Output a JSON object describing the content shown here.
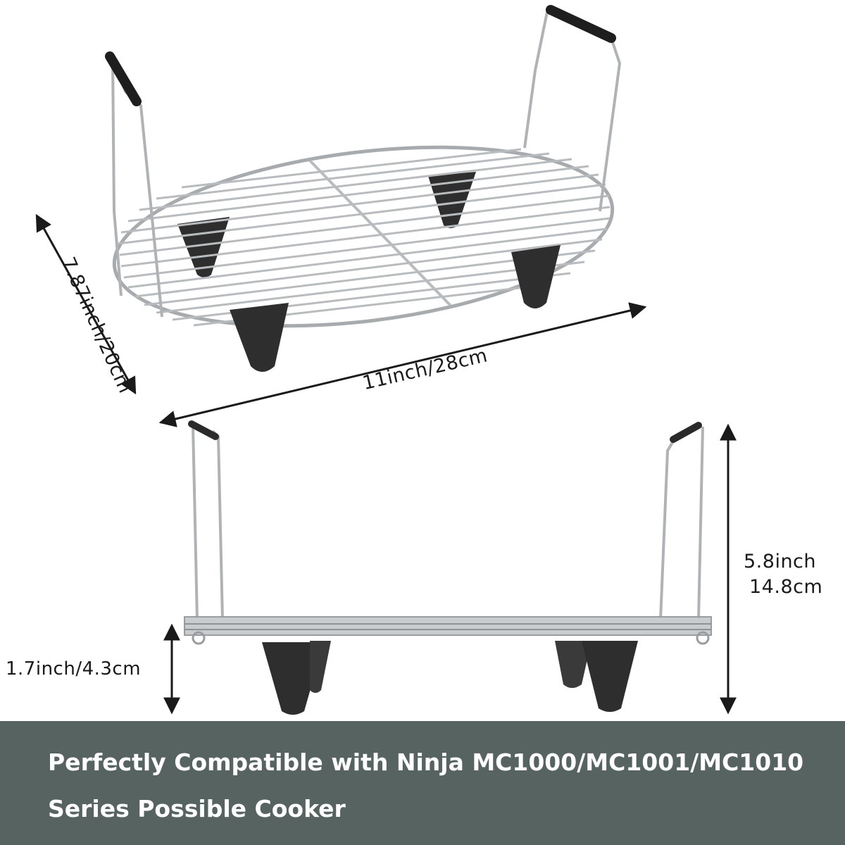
{
  "dimensions": {
    "width_label": "11inch/28cm",
    "depth_label": "7.87inch/20cm",
    "leg_height_label": "1.7inch/4.3cm",
    "total_height_inch": "5.8inch",
    "total_height_cm": "14.8cm"
  },
  "banner": {
    "text": "Perfectly Compatible with Ninja MC1000/MC1001/MC1010 Series Possible Cooker"
  },
  "colors": {
    "banner_bg": "#566360",
    "banner_text": "#ffffff",
    "steel": "#b9bcbf",
    "rubber": "#2e2e2e"
  }
}
